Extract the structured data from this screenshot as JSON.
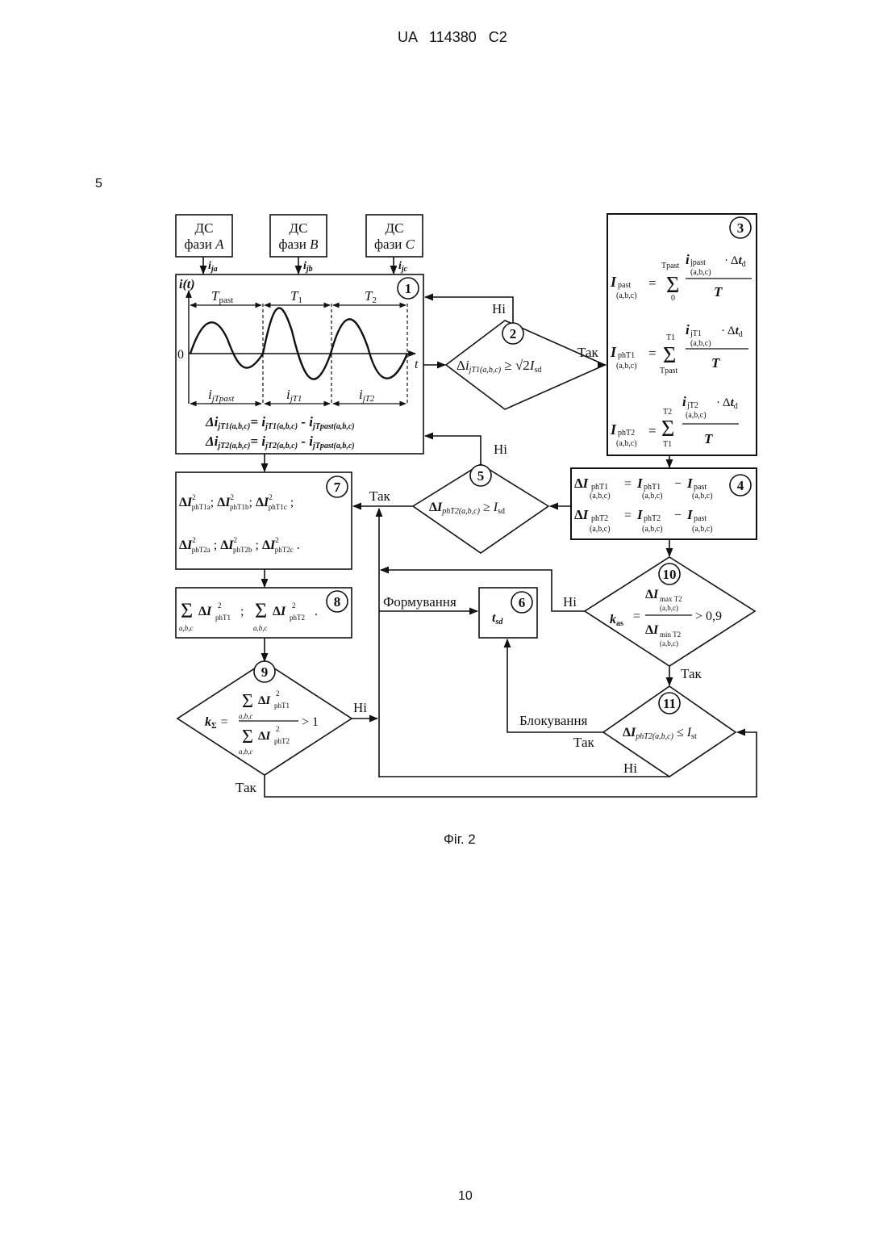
{
  "header": {
    "patent_id": "UA   114380   C2",
    "line_number": "5",
    "page_number": "10"
  },
  "figure": {
    "caption": "Фіг. 2",
    "sensors": [
      {
        "line1": "ДС",
        "line2": "фази",
        "phase": "A",
        "signal": "i",
        "signal_sub": "ja"
      },
      {
        "line1": "ДС",
        "line2": "фази",
        "phase": "B",
        "signal": "i",
        "signal_sub": "jb"
      },
      {
        "line1": "ДС",
        "line2": "фази",
        "phase": "C",
        "signal": "i",
        "signal_sub": "jc"
      }
    ],
    "block_numbers": [
      "1",
      "2",
      "3",
      "4",
      "5",
      "6",
      "7",
      "8",
      "9",
      "10",
      "11"
    ],
    "block1": {
      "y_label": "i(t)",
      "zero": "0",
      "t_axis": "t",
      "period_past": "T",
      "period_past_sub": "past",
      "period_1": "T",
      "period_1_sub": "1",
      "period_2": "T",
      "period_2_sub": "2",
      "seg_past": "i",
      "seg_past_sub": "jTpast",
      "seg_1": "i",
      "seg_1_sub": "jT1",
      "seg_2": "i",
      "seg_2_sub": "jT2",
      "eq1_lhs_sub": "jT1(a,b,c)",
      "eq1_mid_sub": "jT1(a,b,c)",
      "eq1_rhs_sub": "jTpast(a,b,c)",
      "eq2_lhs_sub": "jT2(a,b,c)",
      "eq2_mid_sub": "jT2(a,b,c)",
      "eq2_rhs_sub": "jTpast(a,b,c)"
    },
    "block2": {
      "lhs_sub": "jT1(a,b,c)",
      "op": "≥",
      "rhs": "√2",
      "rhs_sub": "sd"
    },
    "block3": {
      "f1_lhs_sub": "past",
      "f1_lhs_sub2": "(a,b,c)",
      "f1_upper": "Tpast",
      "f1_lower": "0",
      "f1_num_sub": "jpast",
      "f1_num_sub2": "(a,b,c)",
      "f1_dt_sub": "d",
      "f1_den": "T",
      "f2_lhs_sub": "phT1",
      "f2_lhs_sub2": "(a,b,c)",
      "f2_upper": "T1",
      "f2_lower": "Tpast",
      "f2_num_sub": "jT1",
      "f2_num_sub2": "(a,b,c)",
      "f2_dt_sub": "d",
      "f2_den": "T",
      "f3_lhs_sub": "phT2",
      "f3_lhs_sub2": "(a,b,c)",
      "f3_upper": "T2",
      "f3_lower": "T1",
      "f3_num_sub": "jT2",
      "f3_num_sub2": "(a,b,c)",
      "f3_dt_sub": "d",
      "f3_den": "T"
    },
    "block4": {
      "r1_lhs_sub": "phT1",
      "r1_mid_sub": "phT1",
      "r1_rhs_sub": "past",
      "sub2": "(a,b,c)",
      "r2_lhs_sub": "phT2",
      "r2_mid_sub": "phT2",
      "r2_rhs_sub": "past"
    },
    "block5": {
      "lhs_sub": "phT2(a,b,c)",
      "op": "≥",
      "rhs_sub": "sd"
    },
    "block6": {
      "label": "t",
      "label_sub": "sd"
    },
    "block7": {
      "row1": [
        "phT1a",
        "phT1b",
        "phT1c"
      ],
      "row2": [
        "phT2a",
        "phT2b",
        "phT2c"
      ],
      "sup": "2"
    },
    "block8": {
      "sum_sub": "a,b,c",
      "t1_sub": "phT1",
      "t2_sub": "phT2",
      "sup": "2"
    },
    "block9": {
      "k": "k",
      "k_sub": "Σ",
      "sum_sub": "a,b,c",
      "num_sub": "phT1",
      "den_sub": "phT2",
      "rhs": "> 1"
    },
    "block10": {
      "k": "k",
      "k_sub": "as",
      "num_sub": "max T2",
      "den_sub": "min T2",
      "sub2": "(a,b,c)",
      "rhs": "> 0,9"
    },
    "block11": {
      "lhs_sub": "phT2(a,b,c)",
      "op": "≤",
      "rhs_sub": "st"
    },
    "flow_labels": {
      "no_2": "Ні",
      "yes_2": "Так",
      "no_5": "Ні",
      "yes_5": "Так",
      "no_10": "Ні",
      "yes_10": "Так",
      "no_9": "Ні",
      "yes_9": "Так",
      "no_11": "Ні",
      "yes_11": "Так",
      "forming": "Формування",
      "blocking": "Блокування"
    }
  }
}
